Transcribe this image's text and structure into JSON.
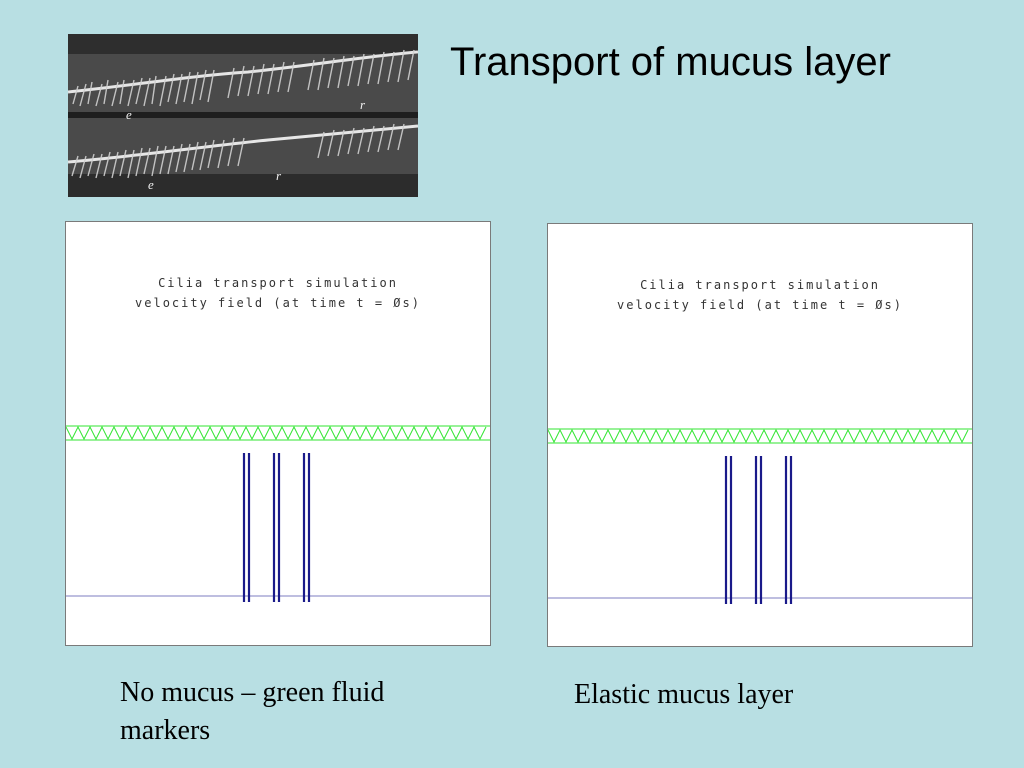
{
  "slide": {
    "title": "Transport of mucus layer",
    "background_color": "#b8dfe3"
  },
  "micrograph": {
    "labels": [
      "e",
      "r",
      "e",
      "r"
    ]
  },
  "panels": [
    {
      "sim_title_line1": "Cilia transport simulation",
      "sim_title_line2": "velocity field (at time t = Øs)",
      "caption": "No mucus – green fluid markers",
      "marker_color": "#32e632",
      "cilia_color": "#1a1a8a"
    },
    {
      "sim_title_line1": "Cilia transport simulation",
      "sim_title_line2": "velocity field (at time t = Øs)",
      "caption": "Elastic mucus layer",
      "marker_color": "#32e632",
      "cilia_color": "#1a1a8a"
    }
  ]
}
